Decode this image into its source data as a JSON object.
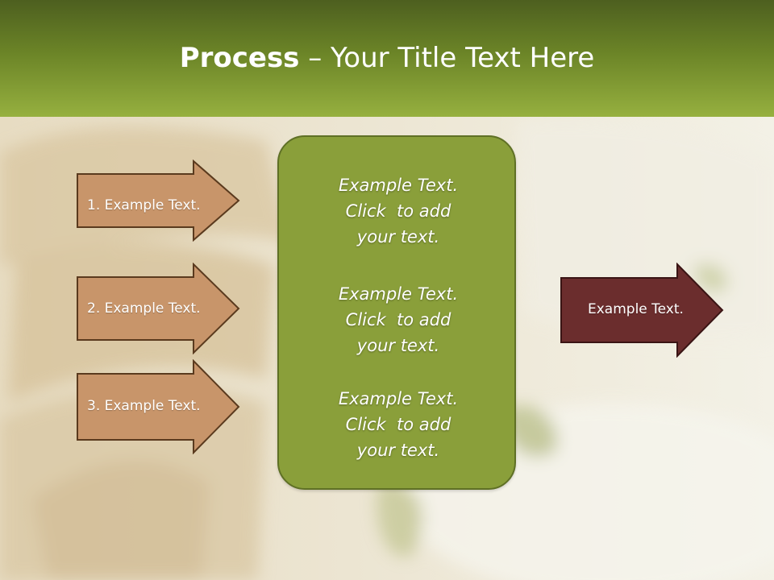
{
  "slide": {
    "title_bold": "Process",
    "title_rest": " – Your Title Text Here",
    "left_steps": [
      {
        "label": "1. Example Text."
      },
      {
        "label": "2. Example Text."
      },
      {
        "label": "3. Example Text."
      }
    ],
    "center_box": {
      "paragraphs": [
        {
          "lines": [
            "Example Text.",
            "Click  to add",
            "your text."
          ]
        },
        {
          "lines": [
            "Example Text.",
            "Click  to add",
            "your text."
          ]
        },
        {
          "lines": [
            "Example Text.",
            "Click  to add",
            "your text."
          ]
        }
      ]
    },
    "right_arrow": {
      "label": "Example Text."
    },
    "colors": {
      "title_bar": "#6b8427",
      "left_arrow_fill": "#c8956a",
      "center_box_fill": "#8a9f3a",
      "right_arrow_fill": "#6b2d2d"
    }
  }
}
